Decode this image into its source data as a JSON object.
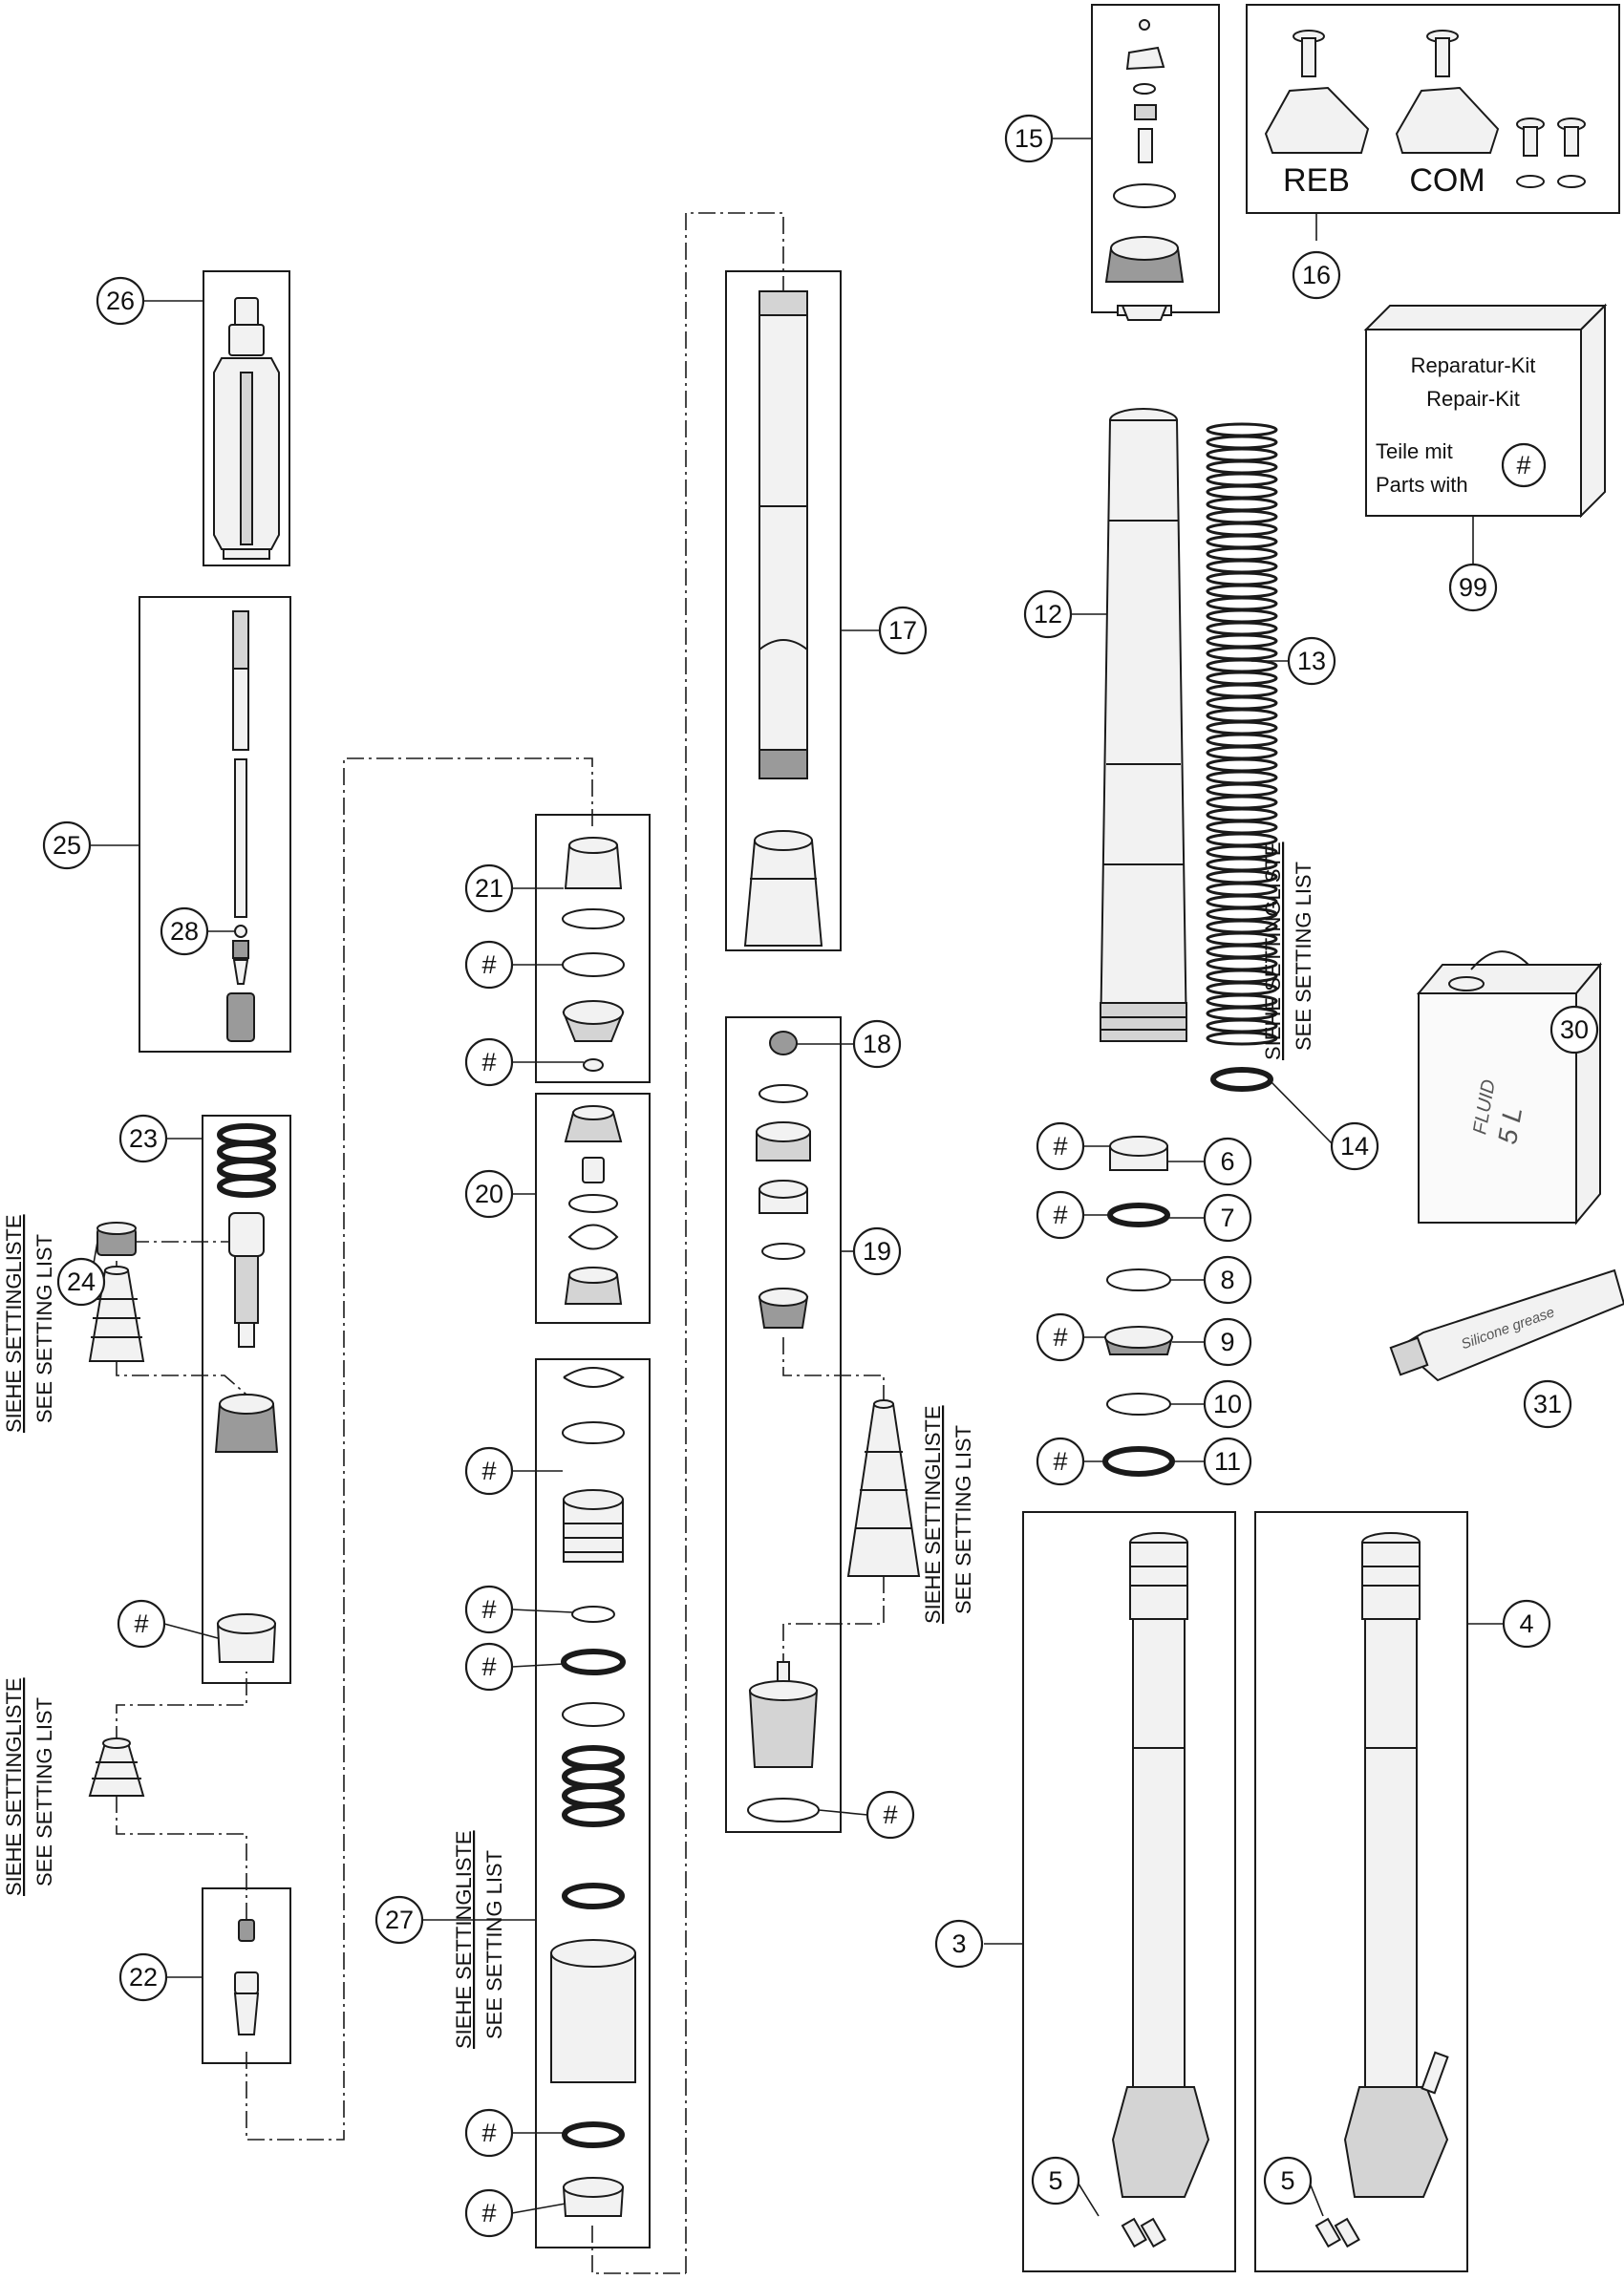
{
  "callouts": [
    {
      "id": "c26",
      "label": "26"
    },
    {
      "id": "c25",
      "label": "25"
    },
    {
      "id": "c28",
      "label": "28"
    },
    {
      "id": "c23",
      "label": "23"
    },
    {
      "id": "c24",
      "label": "24"
    },
    {
      "id": "c-hash-a",
      "label": "#"
    },
    {
      "id": "c22",
      "label": "22"
    },
    {
      "id": "c21",
      "label": "21"
    },
    {
      "id": "c-hash-b",
      "label": "#"
    },
    {
      "id": "c-hash-c",
      "label": "#"
    },
    {
      "id": "c20",
      "label": "20"
    },
    {
      "id": "c-hash-d",
      "label": "#"
    },
    {
      "id": "c-hash-e",
      "label": "#"
    },
    {
      "id": "c-hash-f",
      "label": "#"
    },
    {
      "id": "c27",
      "label": "27"
    },
    {
      "id": "c-hash-g",
      "label": "#"
    },
    {
      "id": "c-hash-h",
      "label": "#"
    },
    {
      "id": "c17",
      "label": "17"
    },
    {
      "id": "c18",
      "label": "18"
    },
    {
      "id": "c19",
      "label": "19"
    },
    {
      "id": "c-hash-i",
      "label": "#"
    },
    {
      "id": "c15",
      "label": "15"
    },
    {
      "id": "c16",
      "label": "16"
    },
    {
      "id": "c99",
      "label": "99"
    },
    {
      "id": "c12",
      "label": "12"
    },
    {
      "id": "c13",
      "label": "13"
    },
    {
      "id": "c14",
      "label": "14"
    },
    {
      "id": "c30",
      "label": "30"
    },
    {
      "id": "c6",
      "label": "6"
    },
    {
      "id": "c7",
      "label": "7"
    },
    {
      "id": "c8",
      "label": "8"
    },
    {
      "id": "c9",
      "label": "9"
    },
    {
      "id": "c10",
      "label": "10"
    },
    {
      "id": "c11",
      "label": "11"
    },
    {
      "id": "c-hash-6",
      "label": "#"
    },
    {
      "id": "c-hash-7",
      "label": "#"
    },
    {
      "id": "c-hash-9",
      "label": "#"
    },
    {
      "id": "c-hash-11",
      "label": "#"
    },
    {
      "id": "c31",
      "label": "31"
    },
    {
      "id": "c3",
      "label": "3"
    },
    {
      "id": "c4",
      "label": "4"
    },
    {
      "id": "c5a",
      "label": "5"
    },
    {
      "id": "c5b",
      "label": "5"
    }
  ],
  "labels": {
    "reb": "REB",
    "com": "COM",
    "setting_de": "SIEHE SETTINGLISTE",
    "setting_en": "SEE SETTING LIST"
  },
  "repair_kit": {
    "line1": "Reparatur-Kit",
    "line2": "Repair-Kit",
    "line3": "Teile mit",
    "line4": "Parts with",
    "symbol": "#"
  },
  "oil_can": {
    "brand": "FLUID",
    "volume": "5 L"
  },
  "grease_tube": {
    "text": "Silicone grease"
  }
}
